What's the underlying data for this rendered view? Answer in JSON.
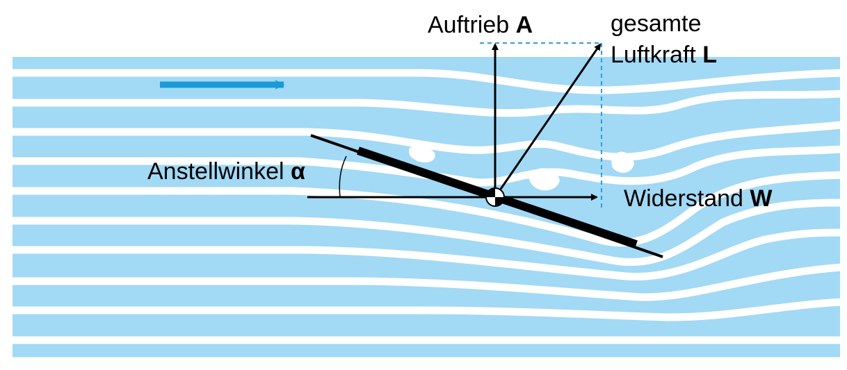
{
  "labels": {
    "lift": "Auftrieb",
    "lift_symbol": "A",
    "total_line1": "gesamte",
    "total_line2": "Luftkraft",
    "total_symbol": "L",
    "angle": "Anstellwinkel",
    "angle_symbol": "α",
    "drag": "Widerstand",
    "drag_symbol": "W"
  },
  "colors": {
    "flow_background": "#a2d9f5",
    "streamline": "#ffffff",
    "flow_arrow": "#1a9ad6",
    "dashed_guide": "#2a9fd8",
    "vectors": "#000000"
  }
}
